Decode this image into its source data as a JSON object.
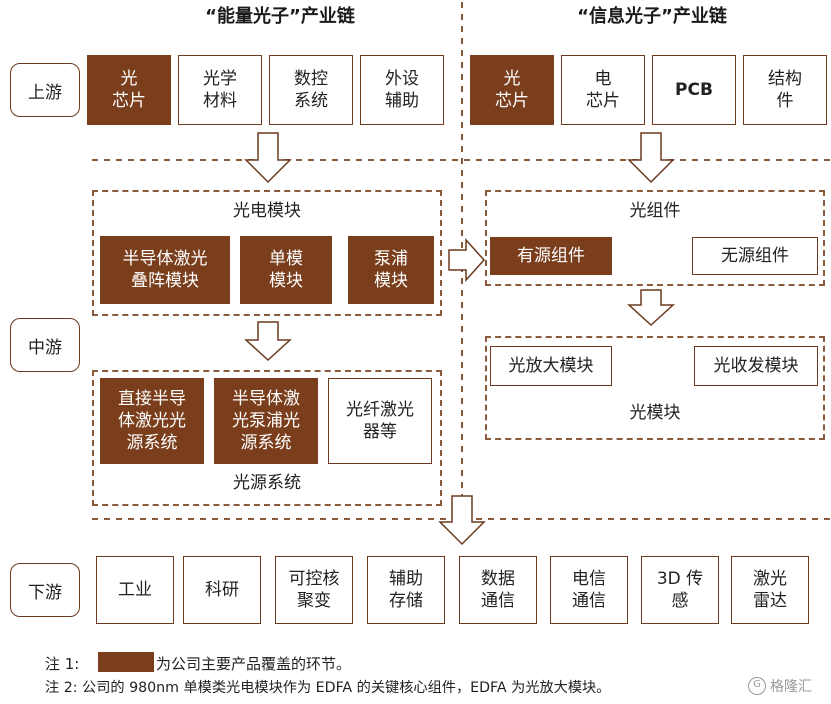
{
  "headers": {
    "left": "“能量光子”产业链",
    "right": "“信息光子”产业链"
  },
  "stages": {
    "upstream": "上游",
    "midstream": "中游",
    "downstream": "下游"
  },
  "upstream": {
    "left": [
      {
        "label": "光\n芯片",
        "highlight": true
      },
      {
        "label": "光学\n材料",
        "highlight": false
      },
      {
        "label": "数控\n系统",
        "highlight": false
      },
      {
        "label": "外设\n辅助",
        "highlight": false
      }
    ],
    "right": [
      {
        "label": "光\n芯片",
        "highlight": true
      },
      {
        "label": "电\n芯片",
        "highlight": false
      },
      {
        "label": "PCB",
        "highlight": false
      },
      {
        "label": "结构\n件",
        "highlight": false
      }
    ]
  },
  "midstream": {
    "photoelectric_module": {
      "title": "光电模块",
      "items": [
        {
          "label": "半导体激光\n叠阵模块",
          "highlight": true
        },
        {
          "label": "单模\n模块",
          "highlight": true
        },
        {
          "label": "泵浦\n模块",
          "highlight": true
        }
      ]
    },
    "light_source_system": {
      "title": "光源系统",
      "items": [
        {
          "label": "直接半导\n体激光光\n源系统",
          "highlight": true
        },
        {
          "label": "半导体激\n光泵浦光\n源系统",
          "highlight": true
        },
        {
          "label": "光纤激光\n器等",
          "highlight": false
        }
      ]
    },
    "optical_component": {
      "title": "光组件",
      "items": [
        {
          "label": "有源组件",
          "highlight": true
        },
        {
          "label": "无源组件",
          "highlight": false
        }
      ]
    },
    "optical_module": {
      "title": "光模块",
      "items": [
        {
          "label": "光放大模块",
          "highlight": false
        },
        {
          "label": "光收发模块",
          "highlight": false
        }
      ]
    }
  },
  "downstream": [
    {
      "label": "工业"
    },
    {
      "label": "科研"
    },
    {
      "label": "可控核\n聚变"
    },
    {
      "label": "辅助\n存储"
    },
    {
      "label": "数据\n通信"
    },
    {
      "label": "电信\n通信"
    },
    {
      "label": "3D 传\n感"
    },
    {
      "label": "激光\n雷达"
    }
  ],
  "notes": {
    "note1_prefix": "注 1:",
    "note1_text": "为公司主要产品覆盖的环节。",
    "note2": "注 2: 公司的 980nm 单模类光电模块作为 EDFA 的关键核心组件，EDFA 为光放大模块。"
  },
  "watermark": "格隆汇",
  "colors": {
    "highlight": "#7a3e1c",
    "border": "#6b3a1f",
    "dash": "#8a5a3a"
  }
}
